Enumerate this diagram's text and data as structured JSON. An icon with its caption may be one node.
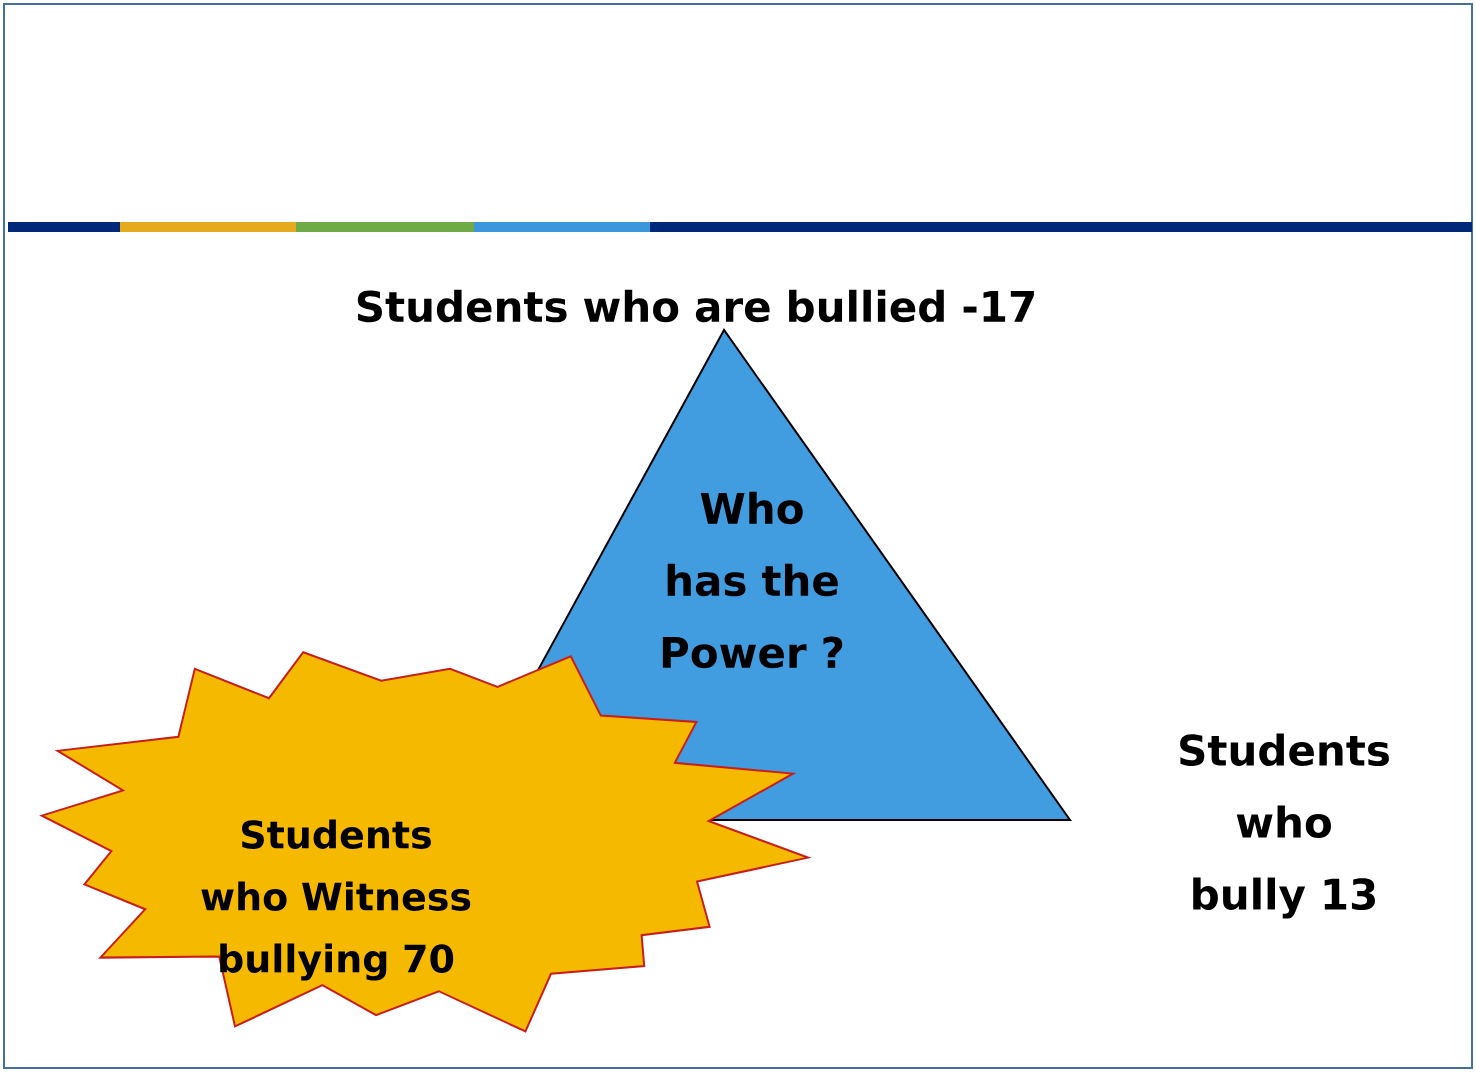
{
  "diagram": {
    "nodes": [
      {
        "text": [
          "Who has the Power ?"
        ],
        "beside": [
          "Students who are bullied -17",
          "Students who bully 13"
        ]
      },
      {
        "text": [
          "Students who Witness bullying 70"
        ]
      }
    ]
  }
}
